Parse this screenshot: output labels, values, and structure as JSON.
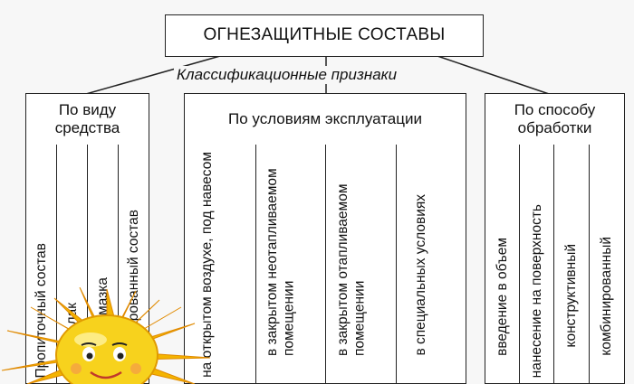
{
  "title": "ОГНЕЗАЩИТНЫЕ СОСТАВЫ",
  "subtitle": "Классификационные признаки",
  "categories": [
    {
      "label": "По виду средства",
      "items": [
        "Пропиточный состав",
        "Краска, лак",
        "Паста, обмазка",
        "Комбинированный состав"
      ]
    },
    {
      "label": "По условиям эксплуатации",
      "items": [
        "на открытом воздухе, под навесом",
        "в закрытом неотапливаемом помещении",
        "в закрытом отапливаемом помещении",
        "в специальных условиях"
      ]
    },
    {
      "label": "По способу обработки",
      "items": [
        "введение в объем",
        "нанесение на поверхность",
        "конструктивный",
        "комбинированный"
      ]
    }
  ],
  "colors": {
    "sun_face": "#f7d21d",
    "sun_rays": "#f4b400",
    "line": "#222222"
  }
}
